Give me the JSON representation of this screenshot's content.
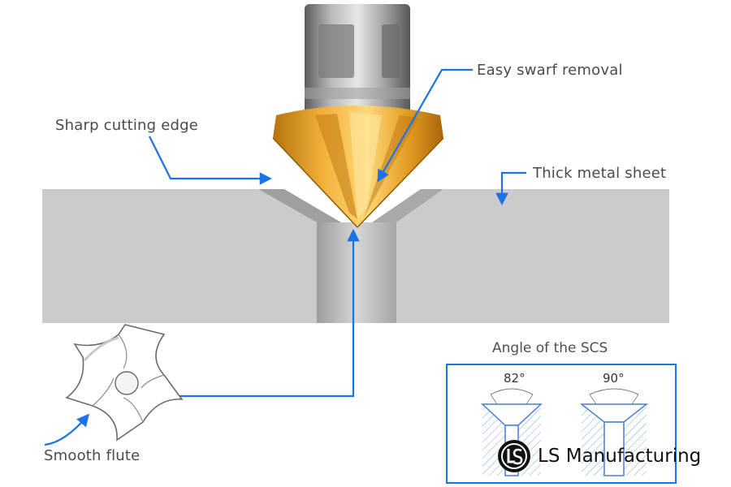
{
  "callouts": {
    "sharp_edge": "Sharp cutting edge",
    "swarf": "Easy swarf removal",
    "sheet": "Thick metal sheet",
    "flute": "Smooth flute"
  },
  "scs_panel": {
    "title": "Angle of the SCS",
    "angle_left": "82°",
    "angle_right": "90°"
  },
  "brand": {
    "name": "LS Manufacturing"
  },
  "colors": {
    "callout_blue": "#1a73e8",
    "sheet_gray": "#cacaca",
    "tin_gold": "#e0a128",
    "shank_gray": "#8e8e8e"
  },
  "icons": [
    "sharp-edge-arrow",
    "swarf-arrow",
    "sheet-arrow",
    "flute-arrow",
    "ls-logo-icon"
  ]
}
